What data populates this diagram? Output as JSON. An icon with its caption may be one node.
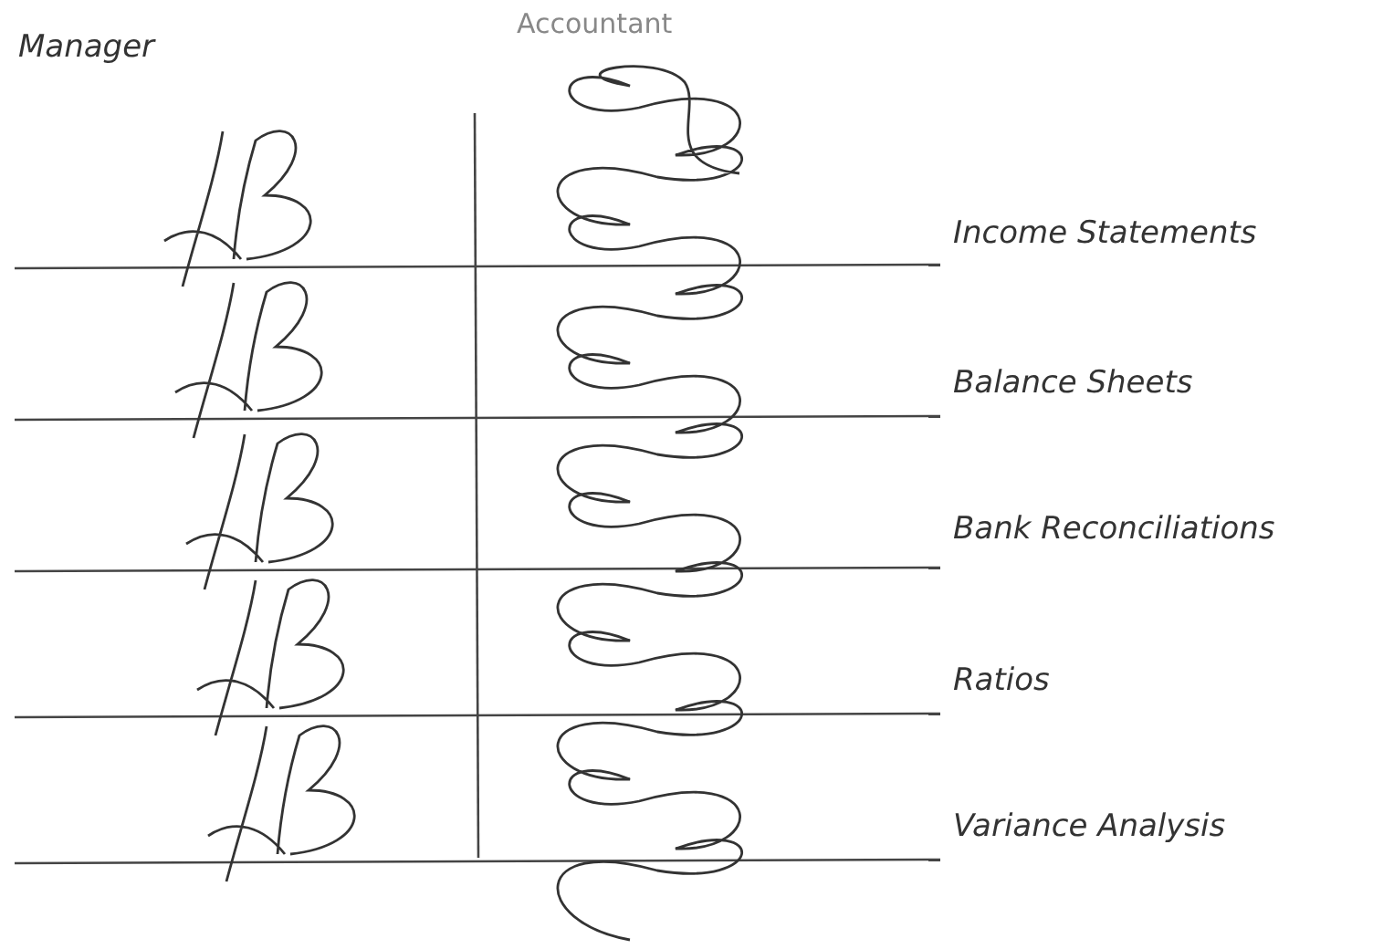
{
  "diagram": {
    "labels": [
      "Manager",
      "Accountant",
      "Income Statements",
      "Balance Sheets",
      "Bank Reconciliations",
      "Ratios",
      "Variance Analysis"
    ]
  }
}
